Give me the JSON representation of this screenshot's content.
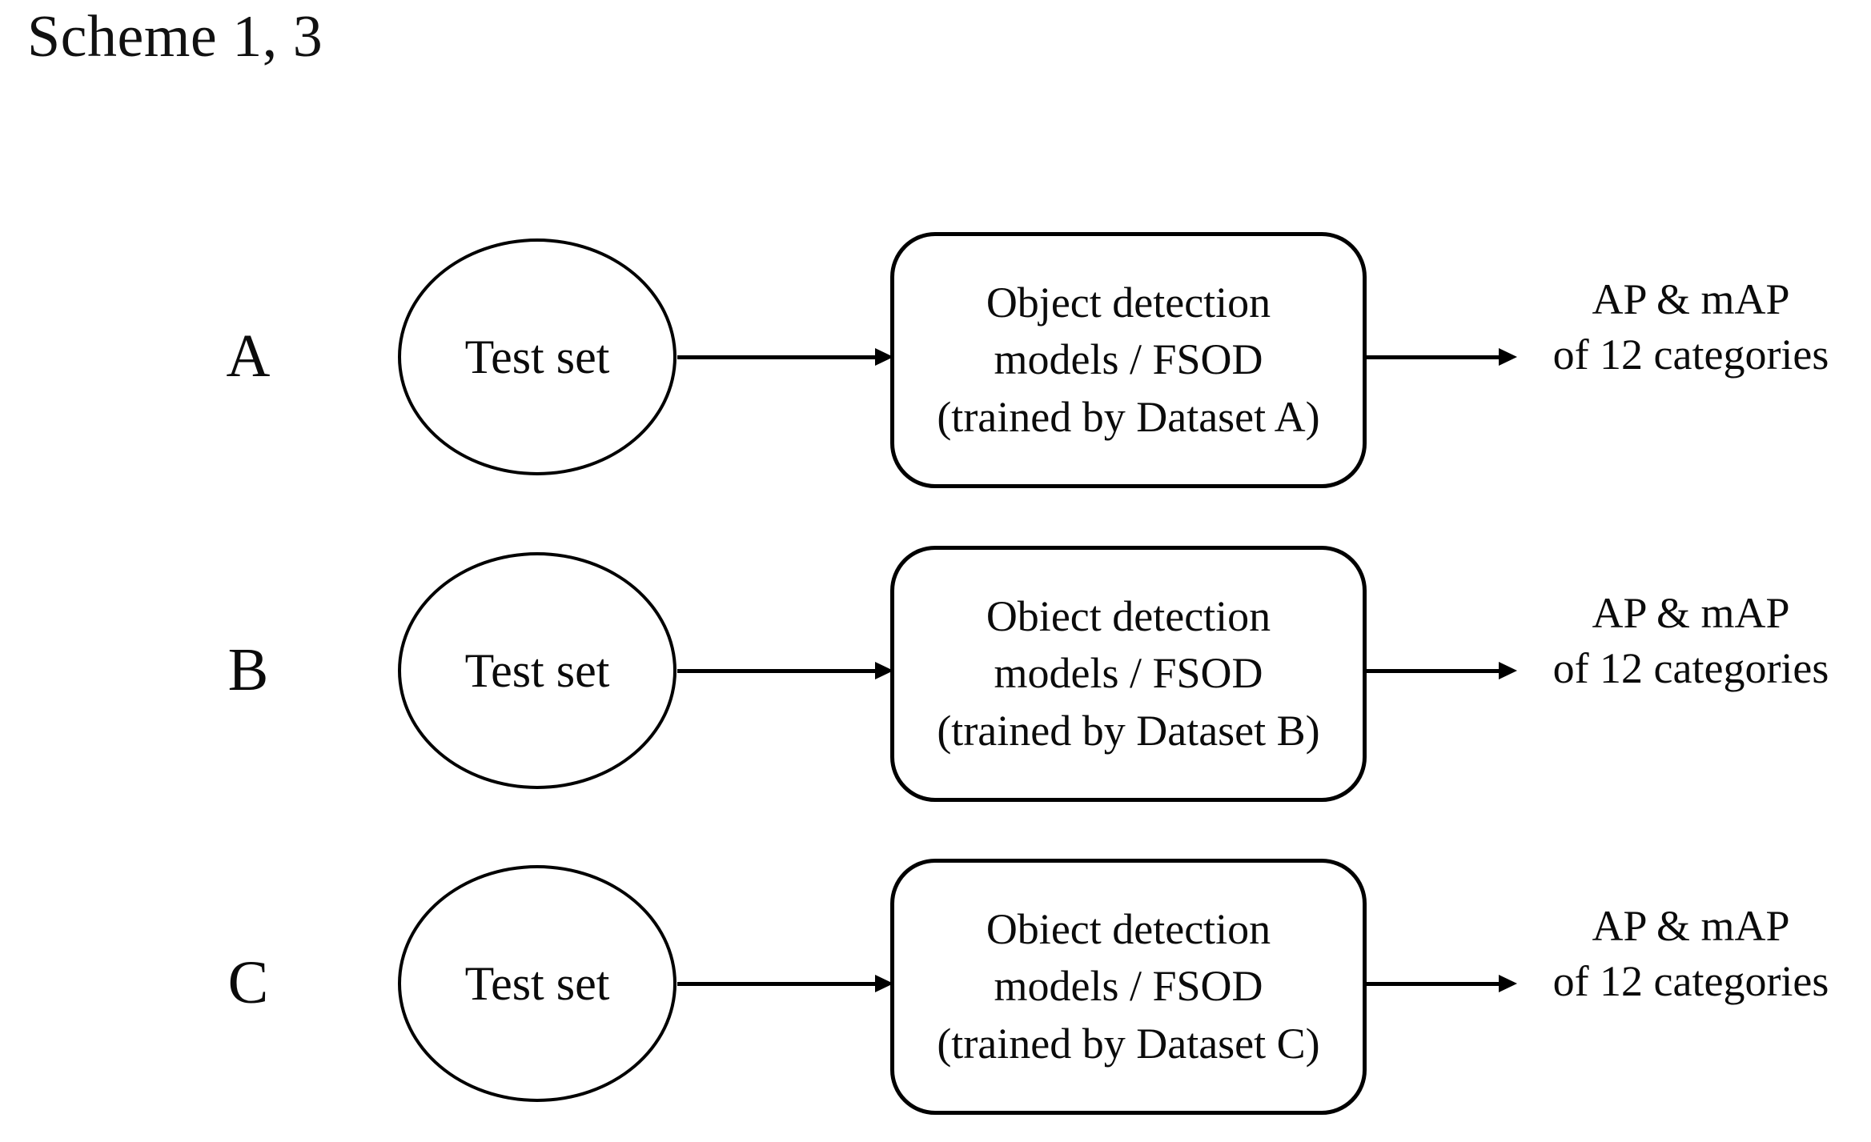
{
  "title": "Scheme 1, 3",
  "colors": {
    "background": "#ffffff",
    "stroke": "#000000",
    "text": "#0b0b0b"
  },
  "rows": [
    {
      "letter": "A",
      "source": {
        "label": "Test set"
      },
      "process": {
        "line1": "Object detection",
        "line2": "models / FSOD",
        "line3": "(trained by Dataset A)"
      },
      "output": {
        "line1": "AP & mAP",
        "line2": "of 12 categories"
      }
    },
    {
      "letter": "B",
      "source": {
        "label": "Test set"
      },
      "process": {
        "line1": "Obiect detection",
        "line2": "models / FSOD",
        "line3": "(trained by Dataset B)"
      },
      "output": {
        "line1": "AP & mAP",
        "line2": "of 12 categories"
      }
    },
    {
      "letter": "C",
      "source": {
        "label": "Test set"
      },
      "process": {
        "line1": "Obiect detection",
        "line2": "models / FSOD",
        "line3": "(trained by Dataset C)"
      },
      "output": {
        "line1": "AP & mAP",
        "line2": "of 12 categories"
      }
    }
  ]
}
